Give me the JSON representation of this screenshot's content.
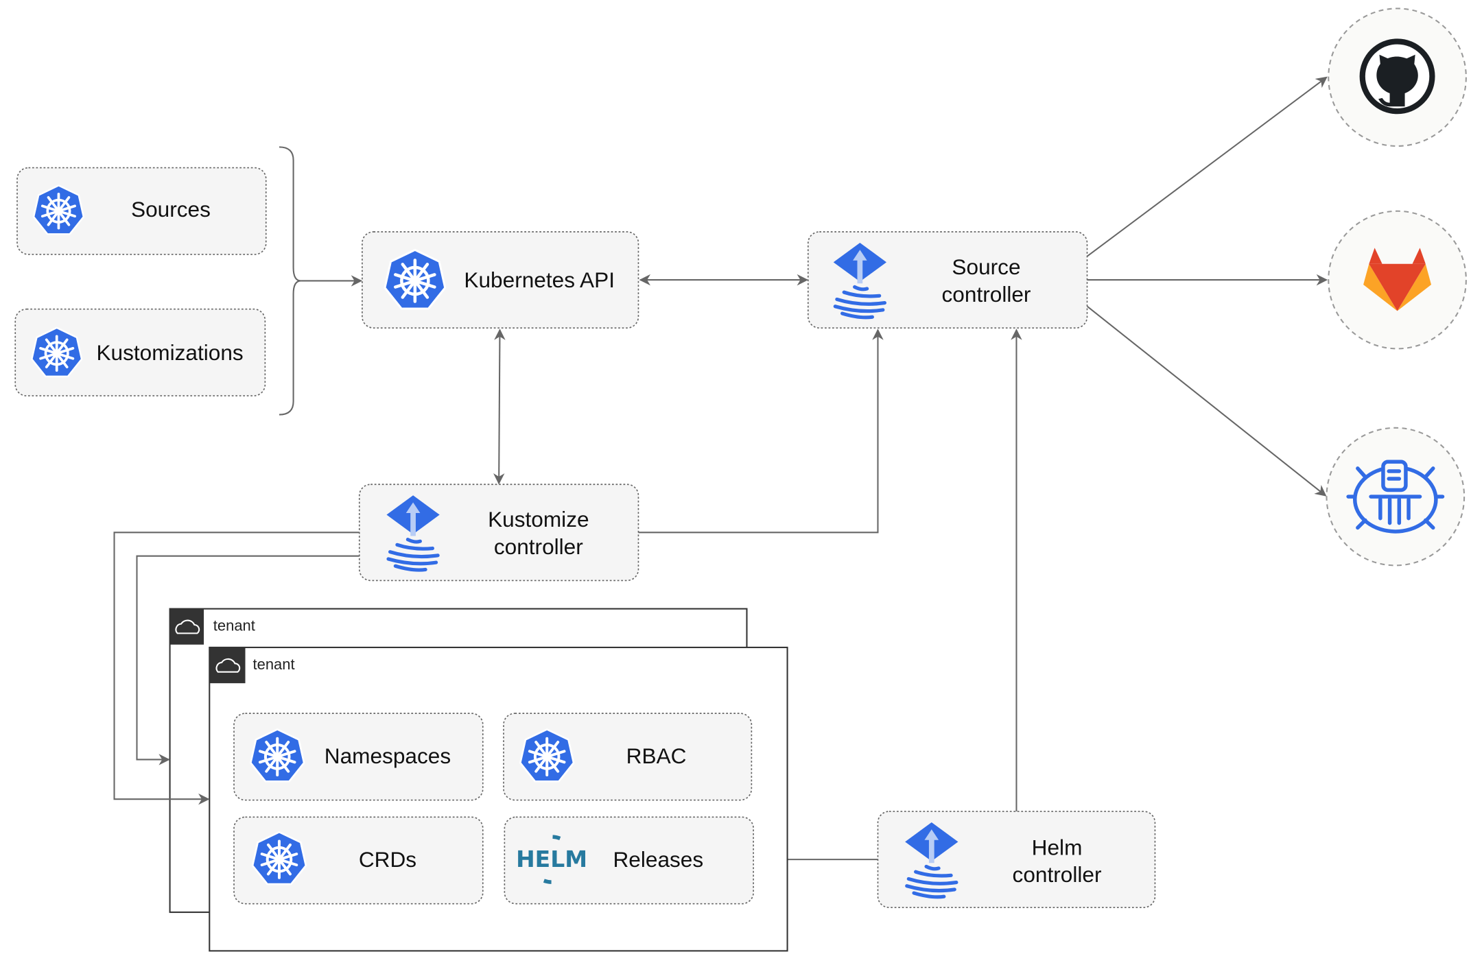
{
  "nodes": {
    "sources": {
      "label": "Sources",
      "icon": "kubernetes-icon"
    },
    "kustomizations": {
      "label": "Kustomizations",
      "icon": "kubernetes-icon"
    },
    "kubernetes_api": {
      "label": "Kubernetes API",
      "icon": "kubernetes-icon"
    },
    "source_controller": {
      "line1": "Source",
      "line2": "controller",
      "icon": "flux-icon"
    },
    "kustomize_controller": {
      "line1": "Kustomize",
      "line2": "controller",
      "icon": "flux-icon"
    },
    "helm_controller": {
      "line1": "Helm",
      "line2": "controller",
      "icon": "flux-icon"
    },
    "namespaces": {
      "label": "Namespaces",
      "icon": "kubernetes-icon"
    },
    "rbac": {
      "label": "RBAC",
      "icon": "kubernetes-icon"
    },
    "crds": {
      "label": "CRDs",
      "icon": "kubernetes-icon"
    },
    "releases": {
      "label": "Releases",
      "icon": "helm-icon",
      "icon_text": "HELM"
    }
  },
  "tenants": [
    {
      "label": "tenant",
      "icon": "cloud-icon"
    },
    {
      "label": "tenant",
      "icon": "cloud-icon"
    }
  ],
  "external": [
    {
      "icon": "github-icon"
    },
    {
      "icon": "gitlab-icon"
    },
    {
      "icon": "bucket-icon"
    }
  ],
  "colors": {
    "kubernetes_blue": "#326ce5",
    "box_fill": "#f5f5f5",
    "edge": "#666666",
    "gitlab_red": "#e24329",
    "gitlab_orange": "#fca326",
    "github_dark": "#1b1f23",
    "helm_blue": "#277a9f"
  }
}
